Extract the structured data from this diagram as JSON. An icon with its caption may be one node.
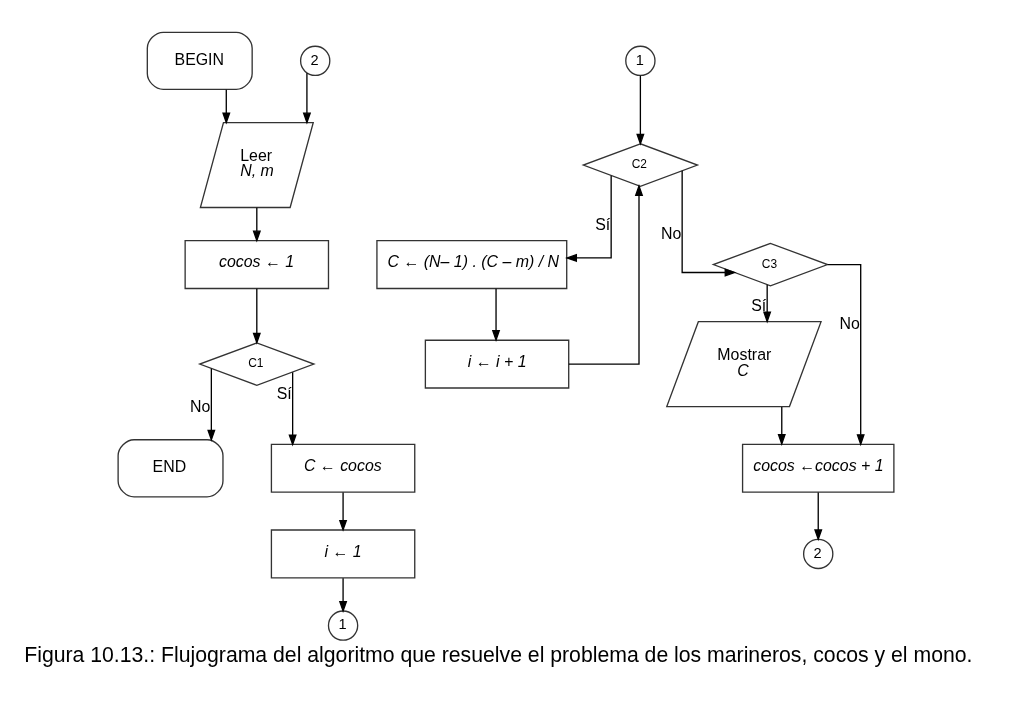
{
  "diagram": {
    "caption": "Figura 10.13.: Flujograma del algoritmo que resuelve el problema de los marineros, cocos y el mono.",
    "nodes": [
      {
        "text": [
          "BEGIN"
        ]
      },
      {
        "text": [
          "2"
        ]
      },
      {
        "text": [
          "Leer",
          "N, m"
        ]
      },
      {
        "text": [
          "cocos ← 1"
        ]
      },
      {
        "text": [
          "C1"
        ]
      },
      {
        "text": [
          "END"
        ]
      },
      {
        "text": [
          "C ← cocos"
        ]
      },
      {
        "text": [
          "i ← 1"
        ]
      },
      {
        "text": [
          "1"
        ]
      },
      {
        "text": [
          "1"
        ]
      },
      {
        "text": [
          "C2"
        ]
      },
      {
        "text": [
          "C ← (N– 1) . (C – m) / N"
        ]
      },
      {
        "text": [
          "i ← i + 1"
        ]
      },
      {
        "text": [
          "C3"
        ]
      },
      {
        "text": [
          "Mostrar",
          "C"
        ]
      },
      {
        "text": [
          "cocos ←cocos + 1"
        ]
      },
      {
        "text": [
          "2"
        ]
      }
    ],
    "edges": [
      {
        "from": 0,
        "to": 2,
        "arrow": "to"
      },
      {
        "from": 1,
        "to": 2,
        "arrow": "to"
      },
      {
        "from": 2,
        "to": 3,
        "arrow": "to"
      },
      {
        "from": 3,
        "to": 4,
        "arrow": "to"
      },
      {
        "from": 4,
        "to": 6,
        "arrow": "to",
        "label": "Sí"
      },
      {
        "from": 4,
        "to": 5,
        "arrow": "to",
        "label": "No"
      },
      {
        "from": 6,
        "to": 7,
        "arrow": "to"
      },
      {
        "from": 7,
        "to": 8,
        "arrow": "to"
      },
      {
        "from": 9,
        "to": 10,
        "arrow": "to"
      },
      {
        "from": 10,
        "to": 11,
        "arrow": "to",
        "label": "Sí"
      },
      {
        "from": 10,
        "to": 13,
        "arrow": "to",
        "label": "No"
      },
      {
        "from": 11,
        "to": 12,
        "arrow": "to"
      },
      {
        "from": 12,
        "to": 10,
        "arrow": "to"
      },
      {
        "from": 13,
        "to": 14,
        "arrow": "to",
        "label": "Sí"
      },
      {
        "from": 13,
        "to": 15,
        "arrow": "to",
        "label": "No"
      },
      {
        "from": 14,
        "to": 15,
        "arrow": "to"
      },
      {
        "from": 15,
        "to": 16,
        "arrow": "to"
      }
    ]
  }
}
